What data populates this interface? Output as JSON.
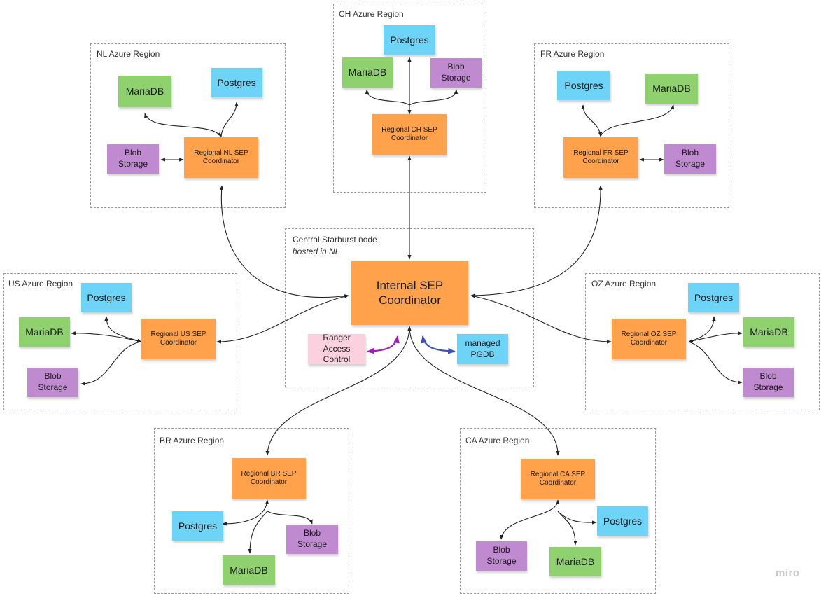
{
  "regions": {
    "nl": {
      "label": "NL Azure Region"
    },
    "ch": {
      "label": "CH Azure Region"
    },
    "fr": {
      "label": "FR Azure Region"
    },
    "us": {
      "label": "US Azure Region"
    },
    "oz": {
      "label": "OZ Azure Region"
    },
    "br": {
      "label": "BR Azure Region"
    },
    "ca": {
      "label": "CA Azure Region"
    },
    "central": {
      "label": "Central Starburst node",
      "sublabel": "hosted in NL"
    }
  },
  "notes": {
    "mariadb": "MariaDB",
    "postgres": "Postgres",
    "blob_storage": "Blob\nStorage",
    "nl_coordinator": "Regional NL SEP\nCoordinator",
    "ch_coordinator": "Regional CH SEP\nCoordinator",
    "fr_coordinator": "Regional FR SEP\nCoordinator",
    "us_coordinator": "Regional US SEP\nCoordinator",
    "oz_coordinator": "Regional OZ SEP\nCoordinator",
    "br_coordinator": "Regional BR SEP\nCoordinator",
    "ca_coordinator": "Regional CA SEP\nCoordinator",
    "internal_coordinator": "Internal SEP\nCoordinator",
    "ranger": "Ranger\nAccess Control",
    "managed_pgdb": "managed\nPGDB"
  },
  "brand": "miro",
  "colors": {
    "mariadb": "#8fd16f",
    "postgres": "#6dd3f7",
    "blob": "#c08ad1",
    "coordinator": "#ffa24b",
    "ranger": "#fbd1e0",
    "arrow": "#222222",
    "ranger_arrow": "#9b1fb5",
    "pgdb_arrow": "#3b4fb8"
  }
}
